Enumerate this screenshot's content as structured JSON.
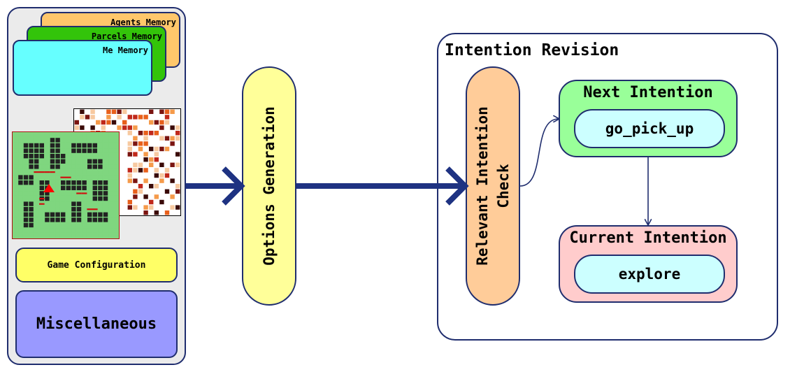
{
  "memory_cards": {
    "agents": "Agents Memory",
    "parcels": "Parcels Memory",
    "me": "Me Memory"
  },
  "game_configuration": "Game Configuration",
  "miscellaneous": "Miscellaneous",
  "options_generation": "Options Generation",
  "intention_revision": {
    "title": "Intention Revision",
    "relevant_check": [
      "Relevant Intention",
      "Check"
    ],
    "next_intention": {
      "title": "Next Intention",
      "value": "go_pick_up"
    },
    "current_intention": {
      "title": "Current Intention",
      "value": "explore"
    }
  },
  "colors": {
    "border": "#1f2d6e",
    "arrow": "#1e3282",
    "agents_memory": "#ffc76b",
    "parcels_memory": "#33c40a",
    "me_memory": "#66ffff",
    "game_configuration": "#ffff66",
    "miscellaneous": "#9999ff",
    "options_generation": "#ffff99",
    "relevant_check": "#ffcc99",
    "next_intention": "#99ff99",
    "current_intention": "#ffcccc",
    "intention_value": "#ccffff",
    "map_walkable": "#7fd67f",
    "map_wall": "#222222"
  },
  "icons": {
    "game_map": "grid-map-icon",
    "heat_map": "heat-map-icon",
    "agent": "red-triangle-icon"
  }
}
